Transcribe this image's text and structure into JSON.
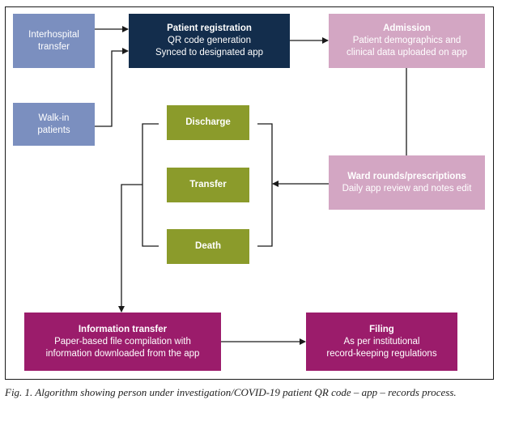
{
  "diagram": {
    "nodes": {
      "interhospital": {
        "lines": [
          "Interhospital",
          "transfer"
        ]
      },
      "walkin": {
        "lines": [
          "Walk-in",
          "patients"
        ]
      },
      "registration": {
        "title": "Patient registration",
        "lines": [
          "QR code generation",
          "Synced to designated app"
        ]
      },
      "admission": {
        "title": "Admission",
        "lines": [
          "Patient demographics and",
          "clinical data uploaded on app"
        ]
      },
      "ward": {
        "title": "Ward rounds/prescriptions",
        "lines": [
          "Daily app review and notes edit"
        ]
      },
      "discharge": {
        "title": "Discharge"
      },
      "transfer": {
        "title": "Transfer"
      },
      "death": {
        "title": "Death"
      },
      "info_transfer": {
        "title": "Information transfer",
        "lines": [
          "Paper-based file compilation with",
          "information downloaded from the app"
        ]
      },
      "filing": {
        "title": "Filing",
        "lines": [
          "As per institutional",
          "record-keeping regulations"
        ]
      }
    },
    "edges": [
      {
        "from": "interhospital",
        "to": "registration"
      },
      {
        "from": "walkin",
        "to": "registration"
      },
      {
        "from": "registration",
        "to": "admission"
      },
      {
        "from": "admission",
        "to": "ward"
      },
      {
        "from": "ward",
        "to": "outcome-group"
      },
      {
        "from": "outcome-group",
        "to": "info_transfer"
      },
      {
        "from": "info_transfer",
        "to": "filing"
      }
    ],
    "colors": {
      "entry": "#7b8fbf",
      "registration": "#132d4c",
      "inpatient": "#d3a6c3",
      "outcome": "#8b9b2b",
      "records": "#9b1c6b"
    }
  },
  "caption": "Fig. 1. Algorithm showing person under investigation/COVID-19 patient QR code – app – records process."
}
